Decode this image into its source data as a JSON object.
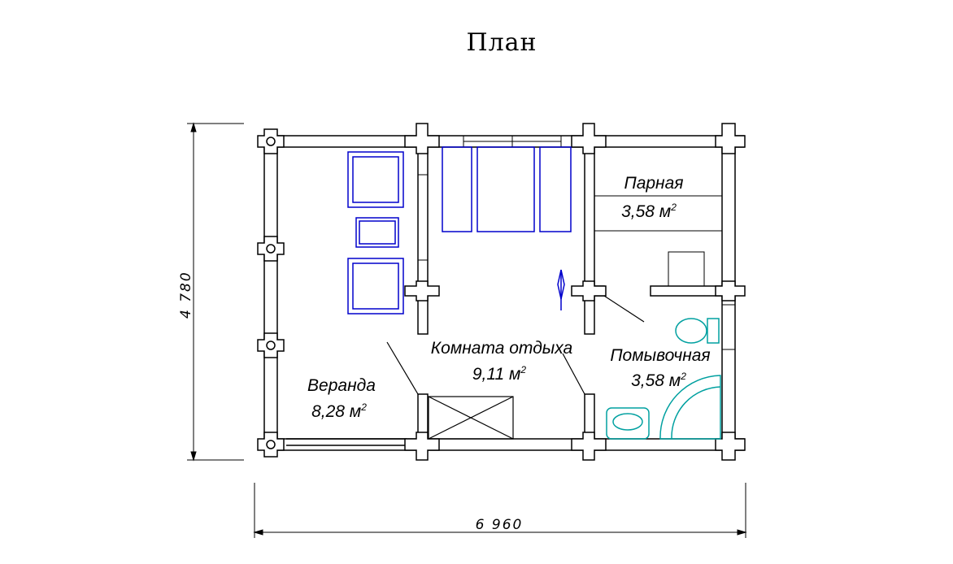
{
  "title": "План",
  "dimensions": {
    "width": "6 960",
    "height": "4 780"
  },
  "rooms": [
    {
      "name": "Парная",
      "area": "3,58 м",
      "power": "2"
    },
    {
      "name": "Комната отдыха",
      "area": "9,11 м",
      "power": "2"
    },
    {
      "name": "Помывочная",
      "area": "3,58 м",
      "power": "2"
    },
    {
      "name": "Веранда",
      "area": "8,28 м",
      "power": "2"
    }
  ],
  "colors": {
    "line": "#000000",
    "furniture": "#0000cc",
    "plumbing": "#00a0a0"
  }
}
